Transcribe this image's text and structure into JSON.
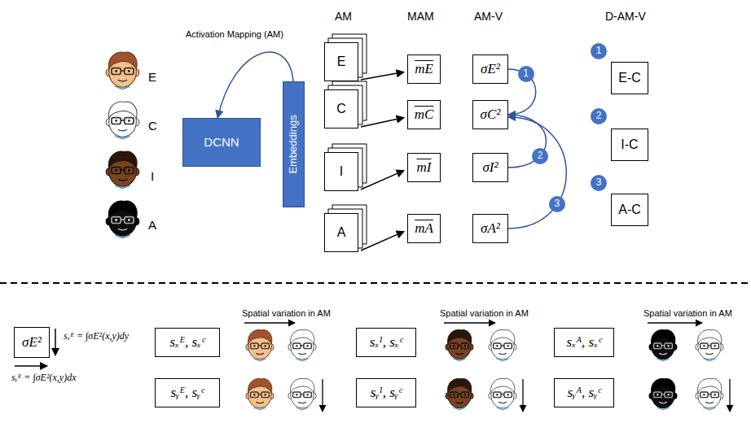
{
  "diagram": {
    "nodes": [
      {
        "text": [
          "DCNN"
        ]
      },
      {
        "text": [
          "Embeddings"
        ]
      },
      {
        "text": [
          "E"
        ]
      },
      {
        "text": [
          "C"
        ]
      },
      {
        "text": [
          "I"
        ]
      },
      {
        "text": [
          "A"
        ]
      },
      {
        "text": [
          "mE"
        ]
      },
      {
        "text": [
          "σE²"
        ]
      },
      {
        "text": [
          "mC"
        ]
      },
      {
        "text": [
          "σC²"
        ]
      },
      {
        "text": [
          "mI"
        ]
      },
      {
        "text": [
          "σI²"
        ]
      },
      {
        "text": [
          "mA"
        ]
      },
      {
        "text": [
          "σA²"
        ]
      },
      {
        "text": [
          "E-C"
        ]
      },
      {
        "text": [
          "I-C"
        ]
      },
      {
        "text": [
          "A-C"
        ]
      },
      {
        "text": [
          "σE²"
        ]
      },
      {
        "text": [
          "sₓᴱ, sₓᶜ"
        ]
      },
      {
        "text": [
          "sᵧᴱ, sᵧᶜ"
        ]
      },
      {
        "text": [
          "sₓᴵ, sₓᶜ"
        ]
      },
      {
        "text": [
          "sᵧᴵ, sᵧᶜ"
        ]
      },
      {
        "text": [
          "sₓᴬ, sₓᶜ"
        ]
      },
      {
        "text": [
          "sᵧᴬ, sᵧᶜ"
        ]
      }
    ],
    "edges": [
      {
        "from": 1,
        "to": 0,
        "arrow": "to",
        "label": "Activation Mapping (AM)"
      },
      {
        "from": 2,
        "to": 6,
        "arrow": "to"
      },
      {
        "from": 3,
        "to": 8,
        "arrow": "to"
      },
      {
        "from": 4,
        "to": 10,
        "arrow": "to"
      },
      {
        "from": 5,
        "to": 12,
        "arrow": "to"
      },
      {
        "from": 7,
        "to": 9,
        "arrow": "to",
        "label": "1"
      },
      {
        "from": 11,
        "to": 9,
        "arrow": "to",
        "label": "2"
      },
      {
        "from": 13,
        "to": 9,
        "arrow": "to",
        "label": "3"
      }
    ],
    "labels": [
      "E",
      "C",
      "I",
      "A",
      "AM",
      "MAM",
      "AM-V",
      "D-AM-V",
      "1",
      "2",
      "3",
      "sₓᴱ = ∫σE²(x,y)dy",
      "sᵧᴱ = ∫σE²(x,y)dx",
      "Spatial variation in AM",
      "Spatial variation in AM",
      "Spatial variation in AM"
    ]
  }
}
